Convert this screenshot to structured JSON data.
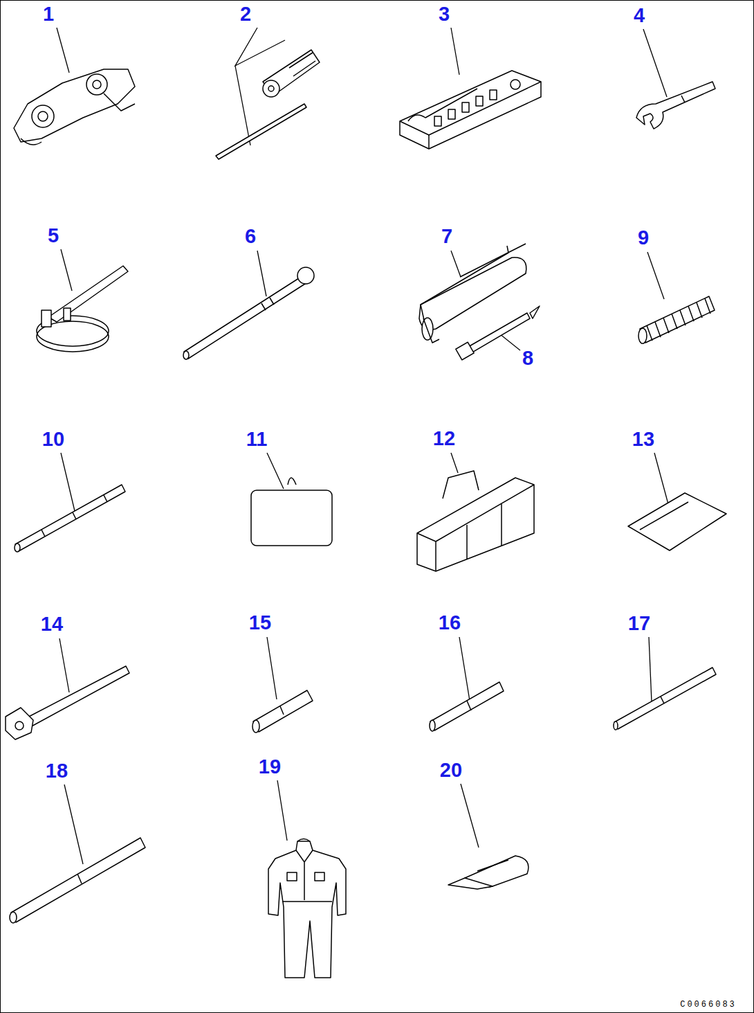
{
  "diagram": {
    "labels": [
      "1",
      "2",
      "3",
      "4",
      "5",
      "6",
      "7",
      "9",
      "8",
      "10",
      "11",
      "12",
      "13",
      "14",
      "15",
      "16",
      "17",
      "18",
      "19",
      "20",
      "C0066083"
    ]
  }
}
